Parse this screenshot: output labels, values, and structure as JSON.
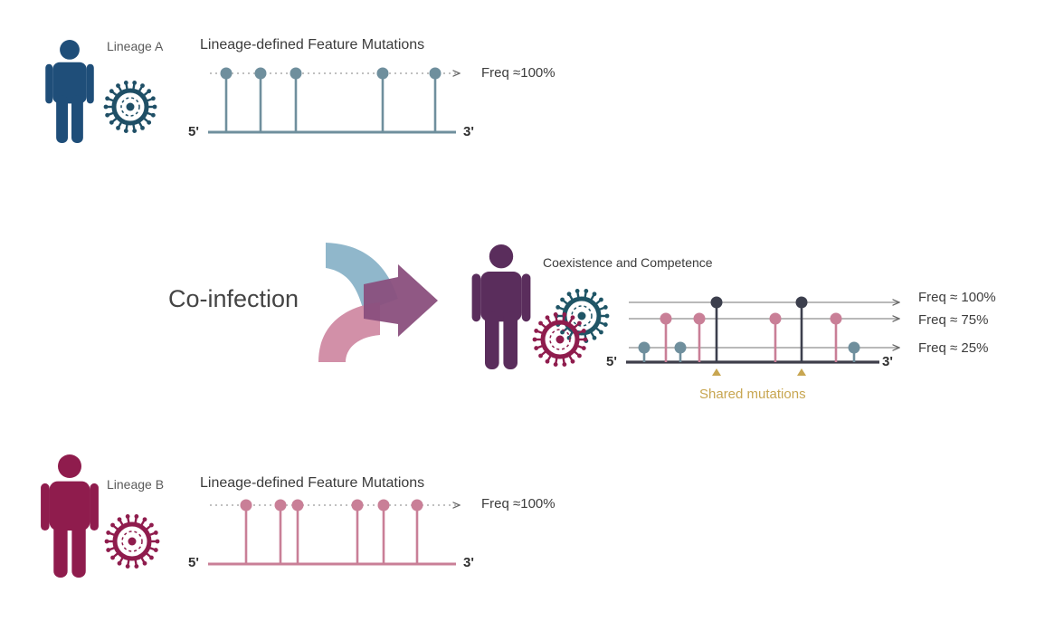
{
  "colors": {
    "lineage_a": "#1f4e79",
    "lineage_a_marker": "#6f8f9d",
    "lineage_b": "#8f1c4d",
    "lineage_b_marker": "#c97f97",
    "coinfected": "#5a2d5c",
    "shared_marker": "#3c3f4d",
    "shared_text": "#c8a651",
    "arrow_blue": "#8ab3c8",
    "arrow_pink": "#d08aa3",
    "arrow_purple": "#8a4f7d",
    "axis": "#666666"
  },
  "icons": {
    "person": "person-icon",
    "virus": "virus-icon",
    "arrow": "merge-arrow-icon"
  },
  "panel_a": {
    "lineage_label": "Lineage A",
    "title": "Lineage-defined Feature Mutations",
    "start_label": "5'",
    "end_label": "3'",
    "freq_label": "Freq ≈100%",
    "mutation_count": 5
  },
  "panel_b": {
    "lineage_label": "Lineage B",
    "title": "Lineage-defined Feature Mutations",
    "start_label": "5'",
    "end_label": "3'",
    "freq_label": "Freq ≈100%",
    "mutation_count": 6
  },
  "coinfection": {
    "label": "Co-infection"
  },
  "panel_c": {
    "title": "Coexistence and Competence",
    "start_label": "5'",
    "end_label": "3'",
    "freq_levels": [
      {
        "label": "Freq ≈ 100%",
        "value": 100
      },
      {
        "label": "Freq ≈ 75%",
        "value": 75
      },
      {
        "label": "Freq ≈ 25%",
        "value": 25
      }
    ],
    "shared_label": "Shared mutations"
  }
}
